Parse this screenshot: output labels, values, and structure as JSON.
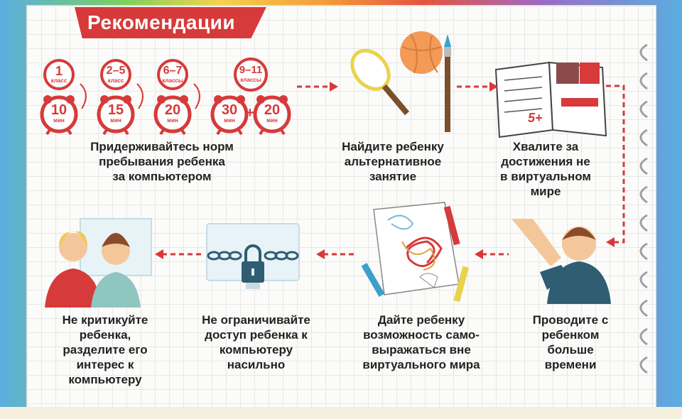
{
  "title": "Рекомендации",
  "captions": {
    "norms": [
      "Придерживайтесь норм",
      "пребывания ребенка",
      "за компьютером"
    ],
    "alternative": [
      "Найдите ребенку",
      "альтернативное",
      "занятие"
    ],
    "praise": [
      "Хвалите за",
      "достижения не",
      "в виртуальном",
      "мире"
    ],
    "time": [
      "Проводите с",
      "ребенком",
      "больше",
      "времени"
    ],
    "selfexpress": [
      "Дайте ребенку",
      "возможность само-",
      "выражаться вне",
      "виртуального мира"
    ],
    "nolimit": [
      "Не ограничивайте",
      "доступ ребенка к",
      "компьютеру",
      "насильно"
    ],
    "nocriticize": [
      "Не критикуйте",
      "ребенка,",
      "разделите его",
      "интерес к",
      "компьютеру"
    ]
  },
  "timers": [
    {
      "grade": "1",
      "grade_word": "класс",
      "minutes": "10",
      "unit": "мин"
    },
    {
      "grade": "2–5",
      "grade_word": "класс",
      "minutes": "15",
      "unit": "мин"
    },
    {
      "grade": "6–7",
      "grade_word": "классы",
      "minutes": "20",
      "unit": "мин"
    },
    {
      "grade": "9–11",
      "grade_word": "классы",
      "minutes": "30",
      "unit": "мин",
      "plus": "+",
      "minutes2": "20"
    }
  ],
  "diary_mark": "5+",
  "colors": {
    "accent": "#d63a3a",
    "text": "#222222"
  },
  "icons": [
    "alarm-clock-icon",
    "tennis-racket-icon",
    "volleyball-icon",
    "paintbrush-icon",
    "diary-icon",
    "monitor-icon",
    "lock-icon",
    "drawing-icon",
    "pencil-icon",
    "parent-icon",
    "hand-icon",
    "spiral-binding-icon"
  ]
}
